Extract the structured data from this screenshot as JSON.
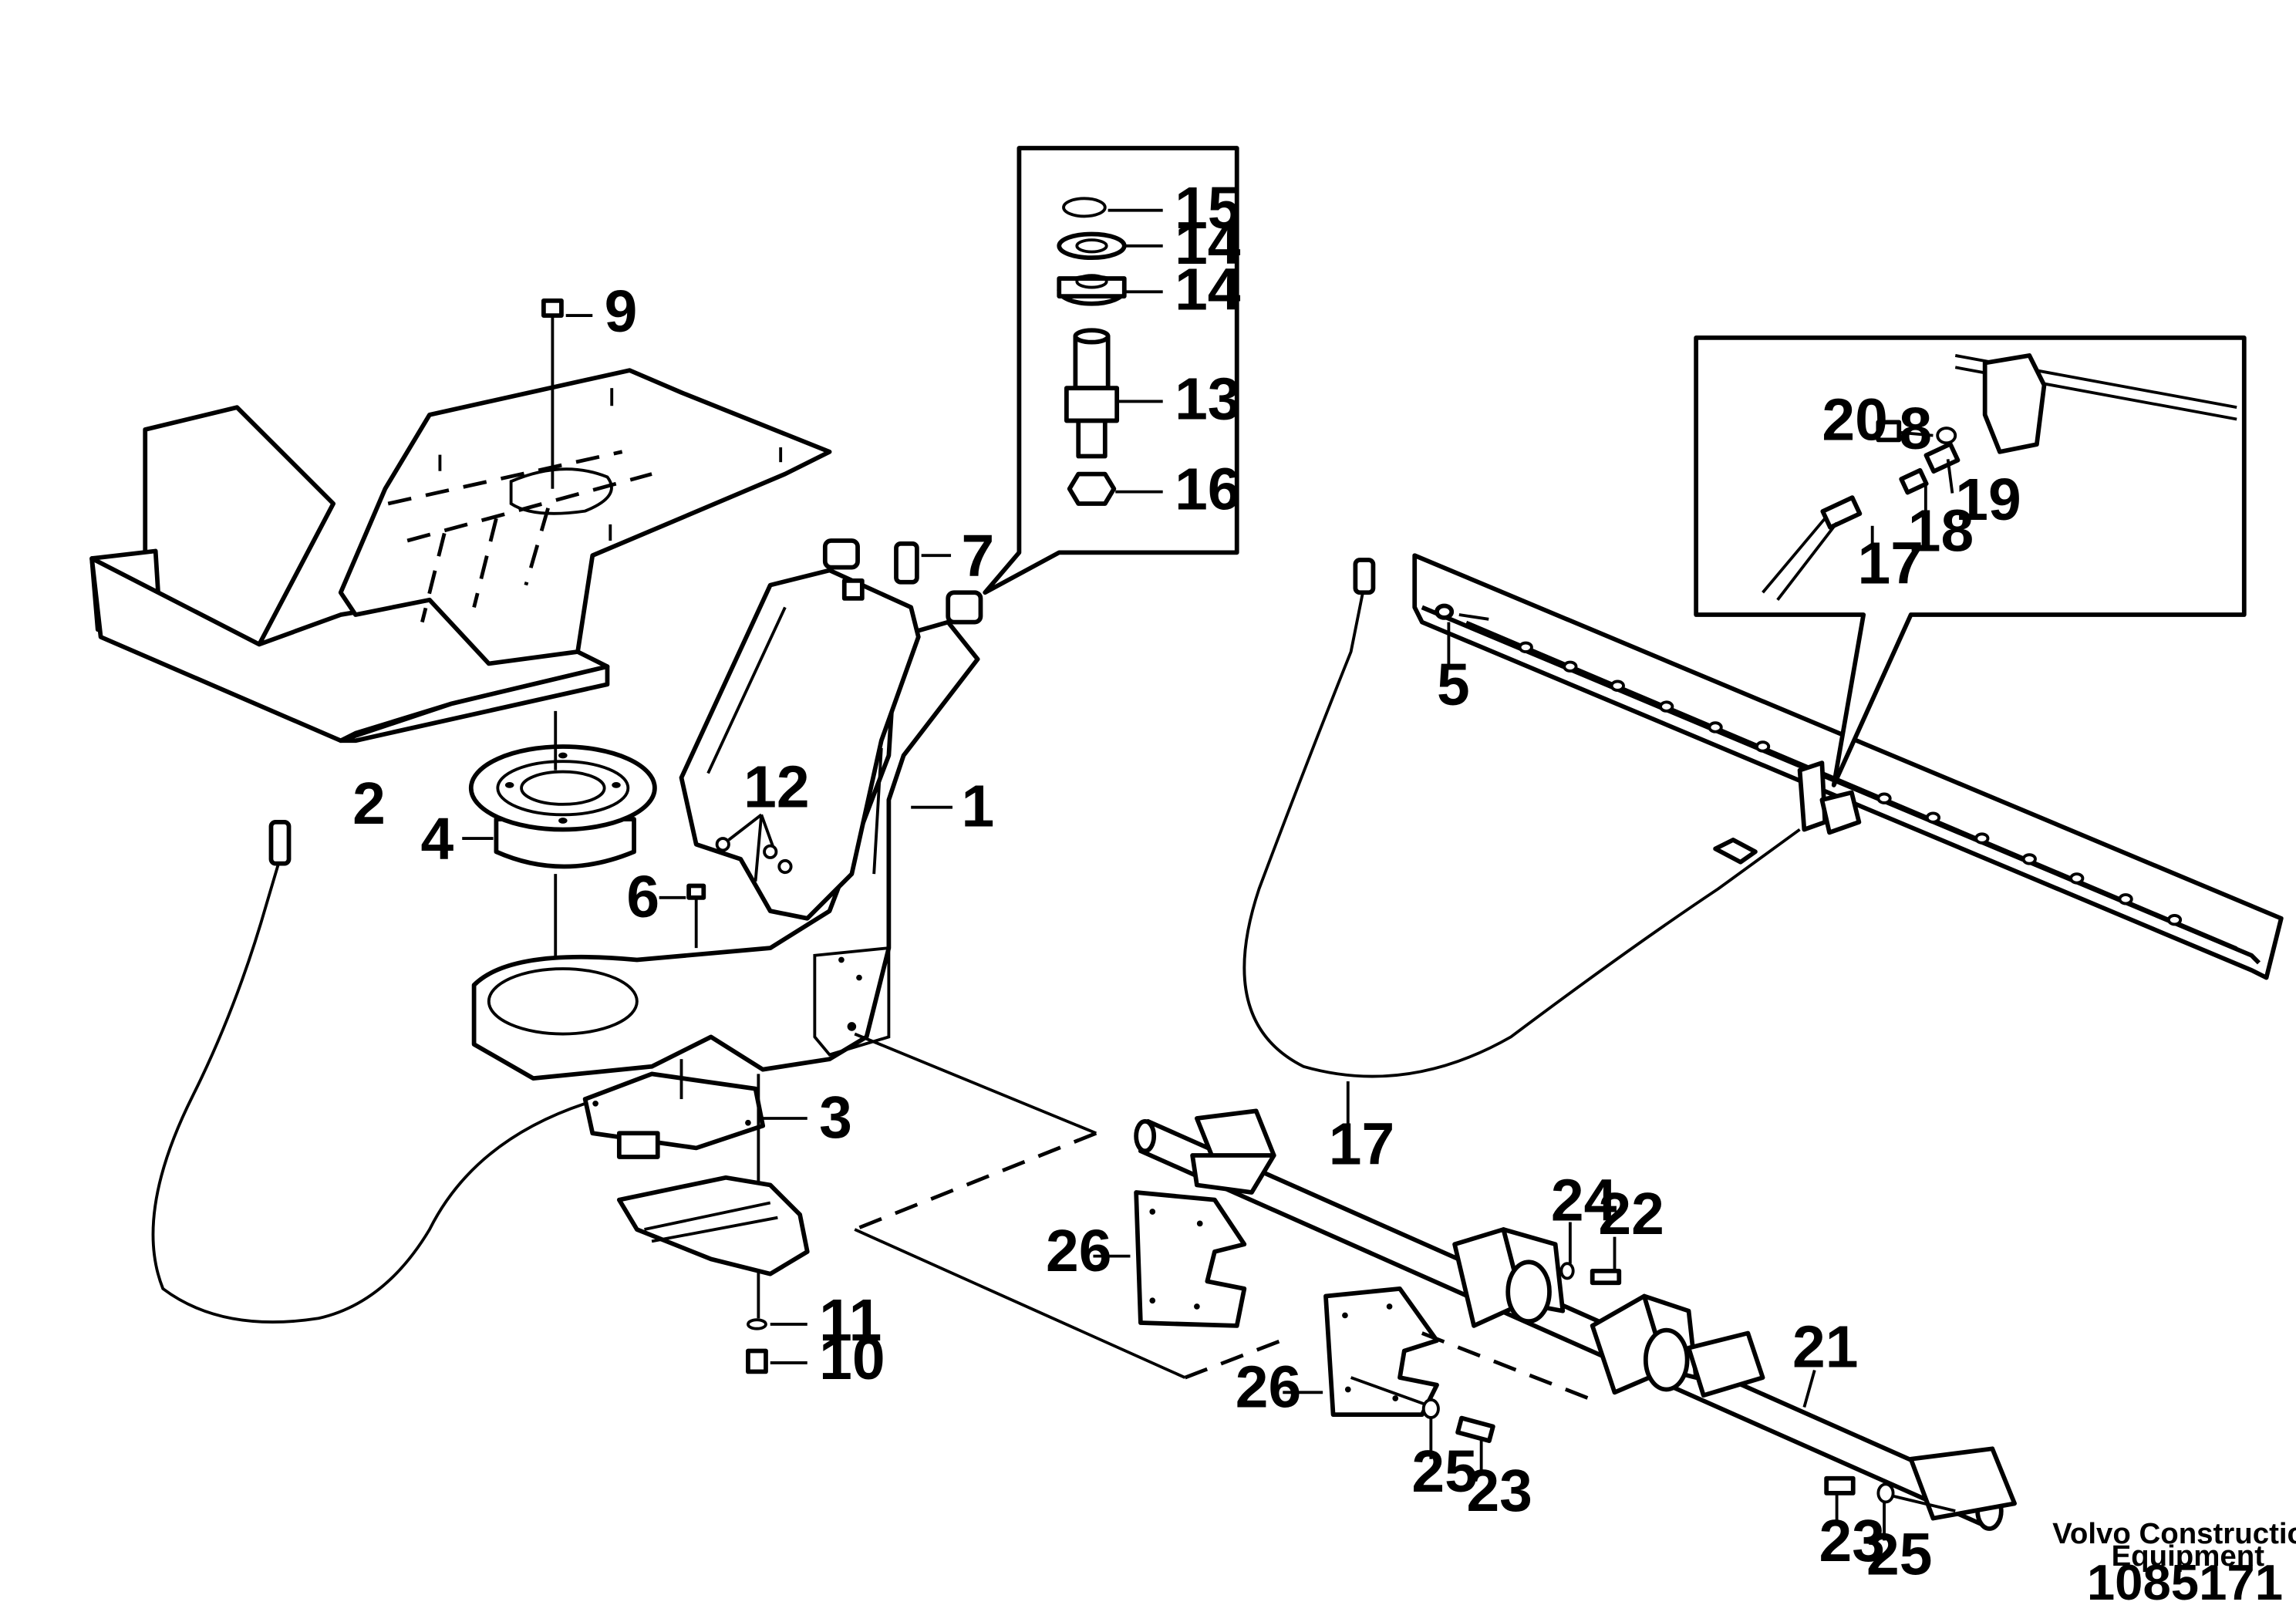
{
  "drawing": {
    "brand_line1": "Volvo Construction",
    "brand_line2": "Equipment",
    "document_number": "1085171"
  },
  "callouts": [
    {
      "id": "c1",
      "label": "1"
    },
    {
      "id": "c2",
      "label": "2"
    },
    {
      "id": "c3",
      "label": "3"
    },
    {
      "id": "c4",
      "label": "4"
    },
    {
      "id": "c5",
      "label": "5"
    },
    {
      "id": "c6",
      "label": "6"
    },
    {
      "id": "c7",
      "label": "7"
    },
    {
      "id": "c8",
      "label": "8"
    },
    {
      "id": "c9",
      "label": "9"
    },
    {
      "id": "c10",
      "label": "10"
    },
    {
      "id": "c11",
      "label": "11"
    },
    {
      "id": "c12",
      "label": "12"
    },
    {
      "id": "c13",
      "label": "13"
    },
    {
      "id": "c14a",
      "label": "14"
    },
    {
      "id": "c14b",
      "label": "14"
    },
    {
      "id": "c15",
      "label": "15"
    },
    {
      "id": "c16",
      "label": "16"
    },
    {
      "id": "c17a",
      "label": "17"
    },
    {
      "id": "c17b",
      "label": "17"
    },
    {
      "id": "c18",
      "label": "18"
    },
    {
      "id": "c19",
      "label": "19"
    },
    {
      "id": "c20",
      "label": "20"
    },
    {
      "id": "c21",
      "label": "21"
    },
    {
      "id": "c22",
      "label": "22"
    },
    {
      "id": "c23a",
      "label": "23"
    },
    {
      "id": "c23b",
      "label": "23"
    },
    {
      "id": "c24",
      "label": "24"
    },
    {
      "id": "c25a",
      "label": "25"
    },
    {
      "id": "c25b",
      "label": "25"
    },
    {
      "id": "c26a",
      "label": "26"
    },
    {
      "id": "c26b",
      "label": "26"
    }
  ]
}
